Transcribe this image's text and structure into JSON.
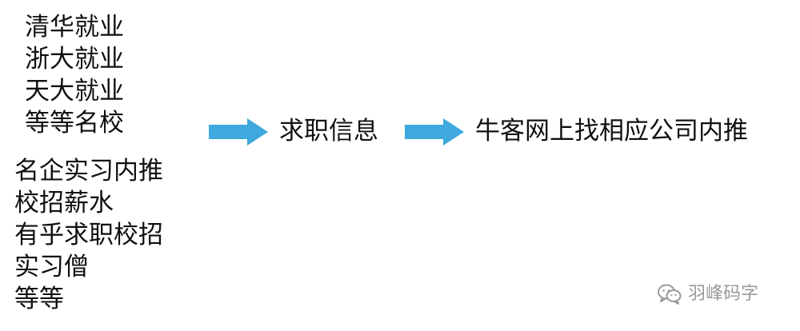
{
  "left_list_top": {
    "items": [
      "清华就业",
      "浙大就业",
      "天大就业",
      "等等名校"
    ]
  },
  "left_list_bottom": {
    "items": [
      "名企实习内推",
      "校招薪水",
      "有乎求职校招",
      "实习僧",
      "等等"
    ]
  },
  "flow": {
    "step1": "求职信息",
    "step2": "牛客网上找相应公司内推"
  },
  "watermark": {
    "text": "羽峰码字"
  },
  "colors": {
    "arrow": "#3FA9DD",
    "text": "#111111",
    "watermark": "#9A9A9A"
  },
  "icons": {
    "arrow": "arrow-right-icon",
    "watermark": "wechat-icon"
  }
}
